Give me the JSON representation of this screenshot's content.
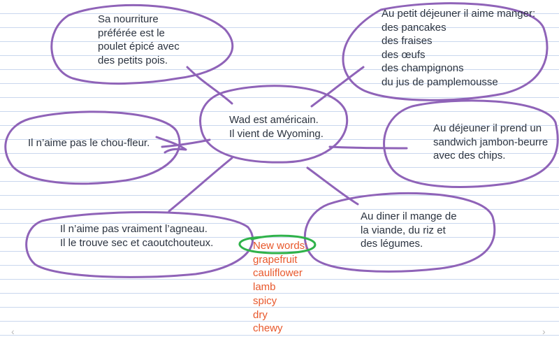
{
  "center": {
    "lines": [
      "Wad est américain.",
      "Il vient de Wyoming."
    ]
  },
  "bubbles": [
    {
      "id": "food",
      "lines": [
        "Sa nourriture",
        "préférée est le",
        "poulet épicé avec",
        "des petits pois."
      ]
    },
    {
      "id": "breakfast",
      "lines": [
        "Au petit déjeuner il aime manger:",
        "des pancakes",
        "des fraises",
        "des œufs",
        "des champignons",
        "du jus de pamplemousse"
      ]
    },
    {
      "id": "cauliflower",
      "lines": [
        "Il n’aime pas le chou-fleur."
      ]
    },
    {
      "id": "lunch",
      "lines": [
        "Au déjeuner il prend un",
        "sandwich jambon-beurre",
        "avec des chips."
      ]
    },
    {
      "id": "lamb",
      "lines": [
        "Il n’aime pas vraiment l’agneau.",
        "Il le trouve sec et caoutchouteux."
      ]
    },
    {
      "id": "dinner",
      "lines": [
        "Au diner il mange de",
        "la viande, du riz et",
        "des légumes."
      ]
    }
  ],
  "vocab": {
    "title": "New words:",
    "words": [
      "grapefruit",
      "cauliflower",
      "lamb",
      "spicy",
      "dry",
      "chewy"
    ]
  },
  "colors": {
    "ink": "#8f63b8",
    "highlight": "#2fb24a",
    "vocab": "#e8582c",
    "text": "#2b3340",
    "rule": "#c9d7ee"
  },
  "icons": {
    "left_edge": "chevron-left-icon",
    "right_edge": "chevron-right-icon"
  }
}
